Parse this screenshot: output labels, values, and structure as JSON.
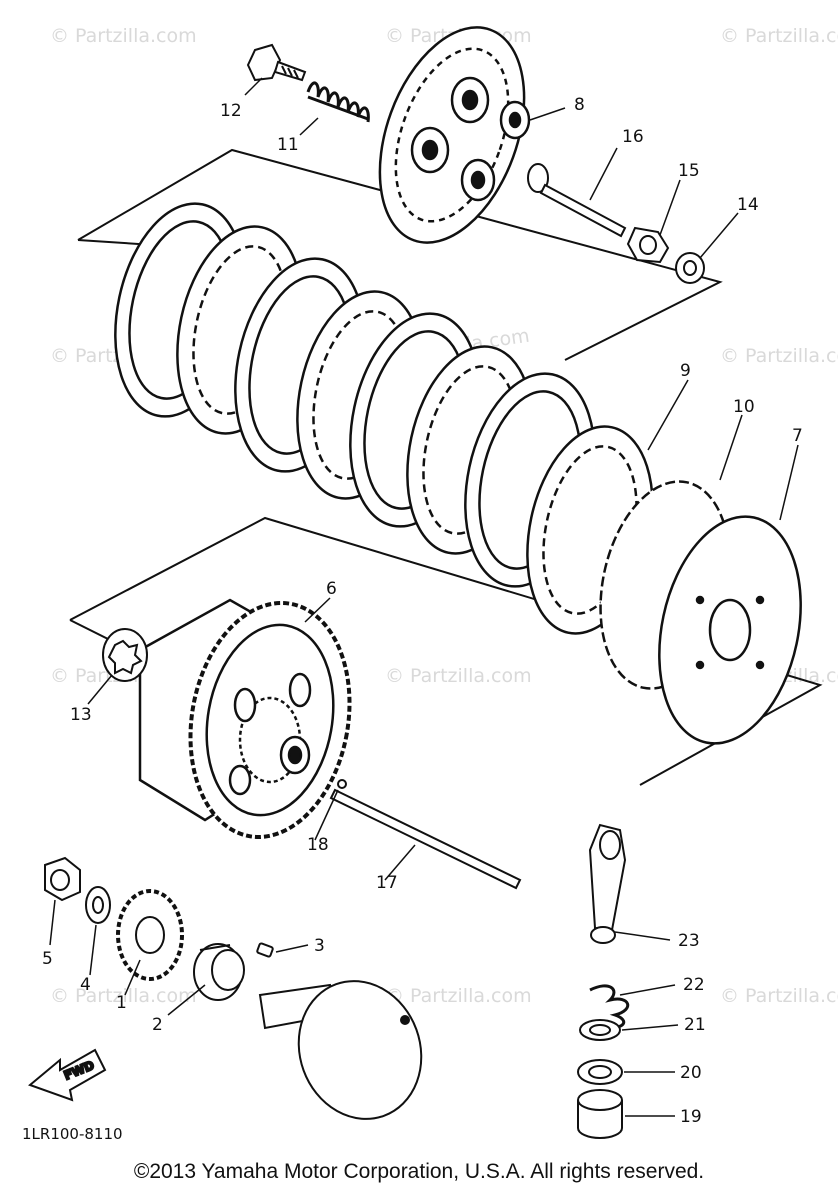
{
  "watermark": "© Partzilla.com",
  "diagram_code": "1LR100-8110",
  "fwd_label": "FWD",
  "copyright": "©2013 Yamaha Motor Corporation, U.S.A. All rights reserved.",
  "callouts": {
    "c1": "1",
    "c2": "2",
    "c3": "3",
    "c4": "4",
    "c5": "5",
    "c6": "6",
    "c7": "7",
    "c8": "8",
    "c9": "9",
    "c10": "10",
    "c11": "11",
    "c12": "12",
    "c13": "13",
    "c14": "14",
    "c15": "15",
    "c16": "16",
    "c17": "17",
    "c18": "18",
    "c19": "19",
    "c20": "20",
    "c21": "21",
    "c22": "22",
    "c23": "23"
  }
}
